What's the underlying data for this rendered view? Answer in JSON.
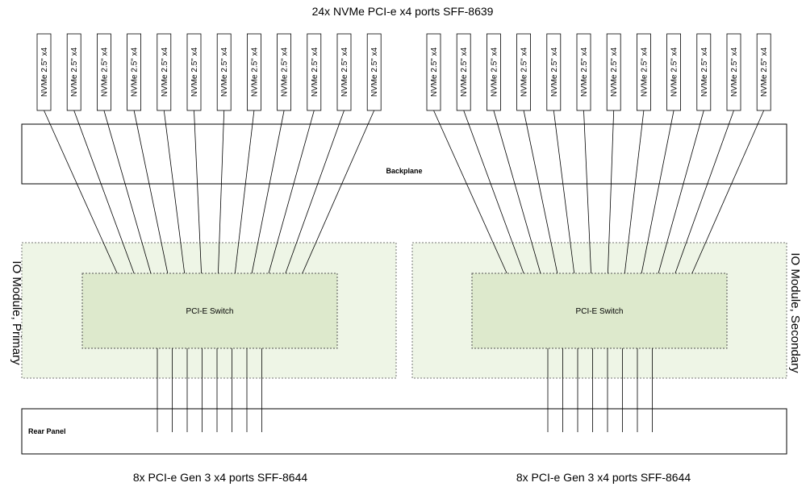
{
  "diagram": {
    "title_top": "24x NVMe PCI-e x4 ports SFF-8639",
    "backplane_label": "Backplane",
    "rear_panel_label": "Rear Panel",
    "bottom_caption_left": "8x PCI-e Gen 3 x4 ports SFF-8644",
    "bottom_caption_right": "8x PCI-e Gen 3 x4 ports SFF-8644",
    "module_left_label": "IO Module, Primary",
    "module_right_label": "IO Module, Secondary",
    "switch_left_label": "PCI-E Switch",
    "switch_right_label": "PCI-E Switch",
    "drive_label": "NVMe 2.5\" x4",
    "drives_left_count": 12,
    "drives_right_count": 12,
    "ports_left_count": 8,
    "ports_right_count": 8,
    "colors": {
      "module_fill": "#eef5e6",
      "switch_fill": "#dde9cc",
      "line": "#000000",
      "module_border": "#777777"
    }
  }
}
